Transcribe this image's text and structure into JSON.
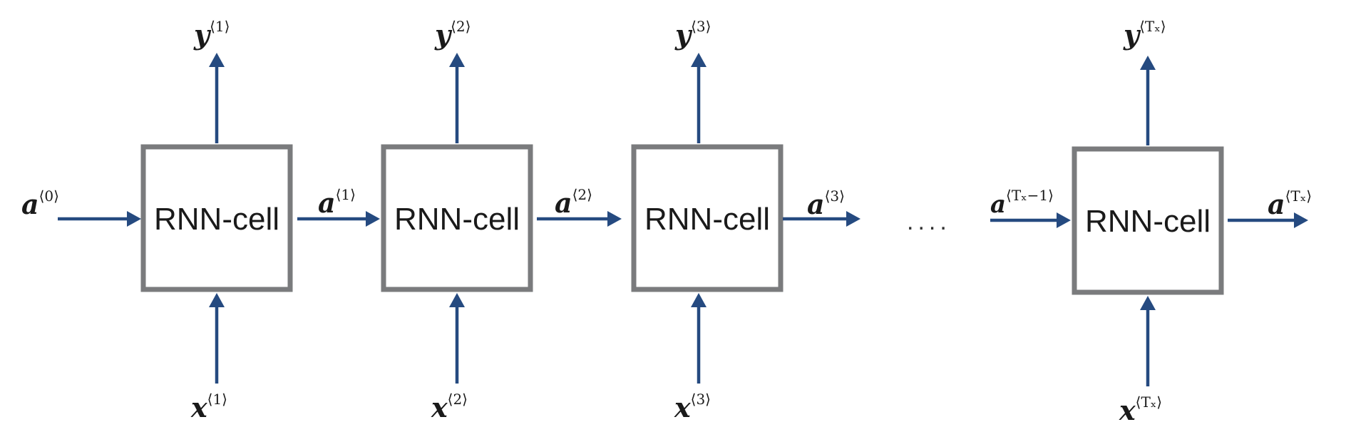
{
  "cells": [
    {
      "label": "RNN-cell",
      "input": {
        "base": "x",
        "sup": "⟨1⟩"
      },
      "output": {
        "base": "y",
        "sup": "⟨1⟩"
      }
    },
    {
      "label": "RNN-cell",
      "input": {
        "base": "x",
        "sup": "⟨2⟩"
      },
      "output": {
        "base": "y",
        "sup": "⟨2⟩"
      }
    },
    {
      "label": "RNN-cell",
      "input": {
        "base": "x",
        "sup": "⟨3⟩"
      },
      "output": {
        "base": "y",
        "sup": "⟨3⟩"
      }
    },
    {
      "label": "RNN-cell",
      "input": {
        "base": "x",
        "sup": "⟨Tₓ⟩"
      },
      "output": {
        "base": "y",
        "sup": "⟨Tₓ⟩"
      }
    }
  ],
  "activations": [
    {
      "base": "a",
      "sup": "⟨0⟩"
    },
    {
      "base": "a",
      "sup": "⟨1⟩"
    },
    {
      "base": "a",
      "sup": "⟨2⟩"
    },
    {
      "base": "a",
      "sup": "⟨3⟩"
    },
    {
      "base": "a",
      "sup": "⟨Tₓ−1⟩"
    },
    {
      "base": "a",
      "sup": "⟨Tₓ⟩"
    }
  ],
  "ellipsis": "....",
  "colors": {
    "arrow": "#254a80",
    "box_stroke": "#7a7b7d"
  }
}
